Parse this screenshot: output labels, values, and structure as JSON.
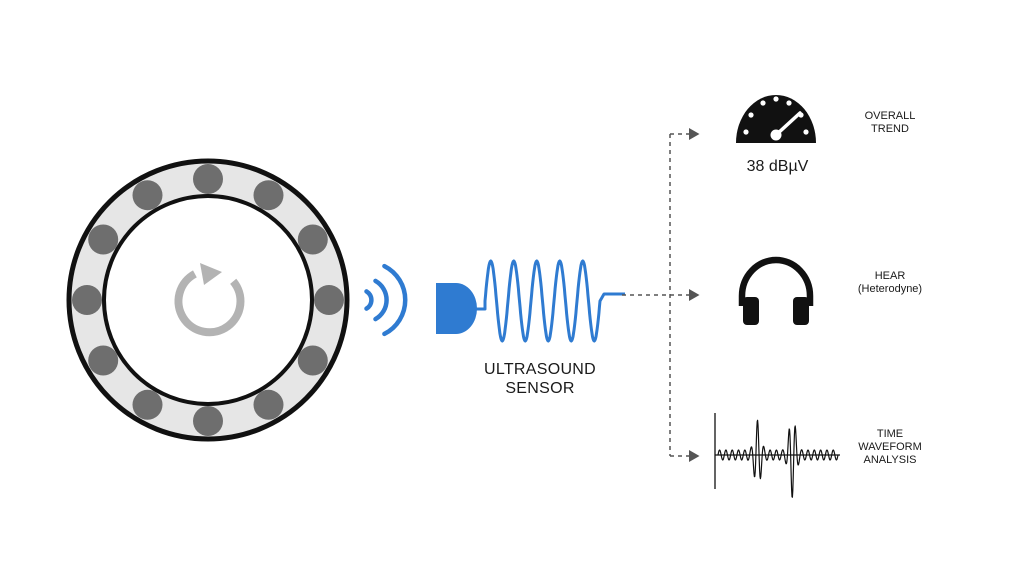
{
  "sensor": {
    "line1": "ULTRASOUND",
    "line2": "SENSOR",
    "color": "#2f7bd1"
  },
  "outputs": {
    "trend": {
      "value": "38 dBµV",
      "line1": "OVERALL",
      "line2": "TREND"
    },
    "hear": {
      "line1": "HEAR",
      "line2": "(Heterodyne)"
    },
    "waveform": {
      "line1": "TIME",
      "line2": "WAVEFORM",
      "line3": "ANALYSIS"
    }
  },
  "bearing": {
    "ring_color": "#e6e6e6",
    "ball_color": "#6e6e6e",
    "ball_count": 12,
    "rotation_icon": "rotate-clockwise-icon"
  },
  "icons": {
    "gauge": "speedometer-icon",
    "headphones": "headphones-icon",
    "waveform": "waveform-icon"
  }
}
